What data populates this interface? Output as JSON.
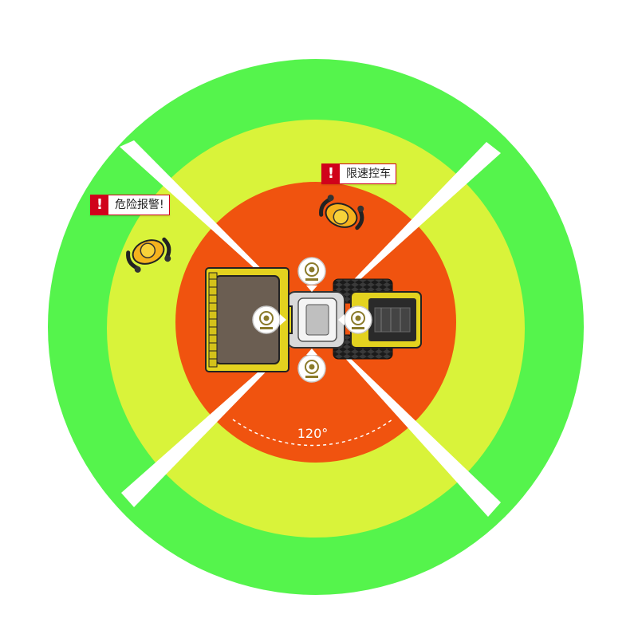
{
  "labels": {
    "angle": "120°",
    "alert_danger": "危险报警!",
    "alert_speed": "限速控车"
  },
  "colors": {
    "outer_zone": "#55f44c",
    "middle_zone": "#d9f33a",
    "inner_zone": "#f0530f",
    "divider": "#ffffff",
    "alert": "#d0021b",
    "roller_body": "#e3d21f",
    "worker_vest": "#f5b21d"
  },
  "icons": {
    "alert": "exclamation-icon",
    "sensor": "camera-sensor-icon",
    "vehicle": "road-roller-icon",
    "person": "worker-icon"
  }
}
